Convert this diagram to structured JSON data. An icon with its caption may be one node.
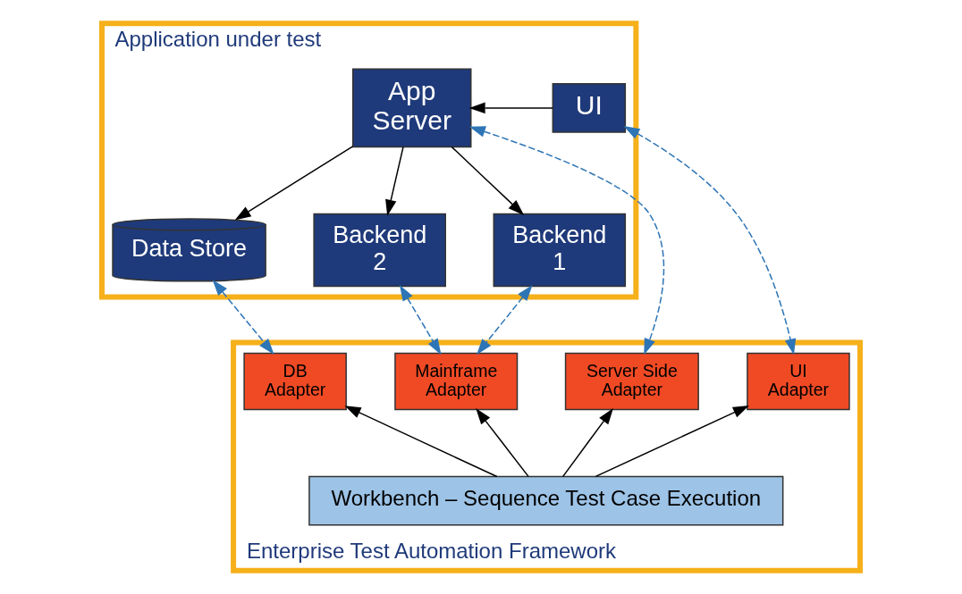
{
  "diagram": {
    "nodes": [
      {
        "text": [
          "Application under test"
        ]
      },
      {
        "text": [
          "UI"
        ],
        "in": 0
      },
      {
        "text": [
          "App Server"
        ],
        "in": 0
      },
      {
        "text": [
          "Data Store"
        ],
        "in": 0
      },
      {
        "text": [
          "Backend 1"
        ],
        "in": 0
      },
      {
        "text": [
          "Backend 2"
        ],
        "in": 0
      },
      {
        "text": [
          "Enterprise Test Automation Framework"
        ]
      },
      {
        "text": [
          "UI Adapter"
        ],
        "in": 6
      },
      {
        "text": [
          "Server Side Adapter"
        ],
        "in": 6
      },
      {
        "text": [
          "DB Adapter"
        ],
        "in": 6
      },
      {
        "text": [
          "Mainframe Adapter"
        ],
        "in": 6
      },
      {
        "text": [
          "Workbench – Sequence Test Case Execution"
        ],
        "in": 6
      }
    ],
    "edges": [
      {
        "from": 1,
        "to": 2,
        "arrow": "to"
      },
      {
        "from": 2,
        "to": 3,
        "arrow": "to"
      },
      {
        "from": 2,
        "to": 4,
        "arrow": "to"
      },
      {
        "from": 2,
        "to": 5,
        "arrow": "to"
      },
      {
        "from": 1,
        "to": 7,
        "arrow": "both",
        "style": "dashed",
        "color": "#2e75b6"
      },
      {
        "from": 2,
        "to": 8,
        "arrow": "both",
        "style": "dashed",
        "color": "#2e75b6"
      },
      {
        "from": 3,
        "to": 9,
        "arrow": "both",
        "style": "dashed",
        "color": "#2e75b6"
      },
      {
        "from": 4,
        "to": 10,
        "arrow": "both",
        "style": "dashed",
        "color": "#2e75b6"
      },
      {
        "from": 5,
        "to": 10,
        "arrow": "both",
        "style": "dashed",
        "color": "#2e75b6"
      },
      {
        "from": 11,
        "to": 7,
        "arrow": "to"
      },
      {
        "from": 11,
        "to": 8,
        "arrow": "to"
      },
      {
        "from": 11,
        "to": 9,
        "arrow": "to"
      },
      {
        "from": 11,
        "to": 10,
        "arrow": "to"
      }
    ]
  }
}
